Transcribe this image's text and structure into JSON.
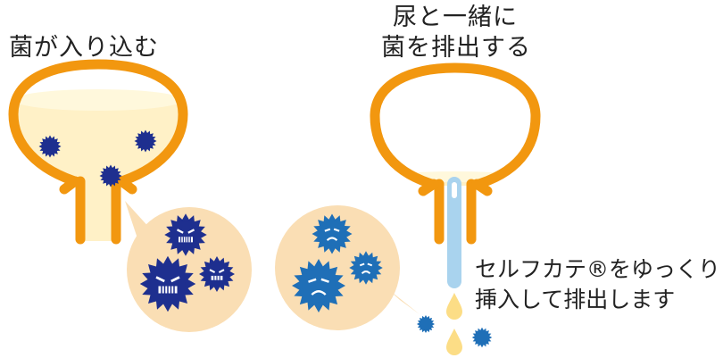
{
  "left_panel": {
    "caption": "菌が入り込む"
  },
  "right_panel": {
    "caption_line1": "尿と一緒に",
    "caption_line2": "菌を排出する",
    "note_line1": "セルフカテ®をゆっくり",
    "note_line2": "挿入して排出します"
  },
  "colors": {
    "bladder_outline": "#F2970F",
    "urine_fill": "#FFF1C7",
    "urine_surface": "#FFF8DC",
    "zoom_bubble": "#FADEB4",
    "bacteria_dark": "#1E2F8F",
    "bacteria_blue": "#1F6FB7",
    "catheter": "#A9D3EE",
    "droplet": "#FCDD86"
  },
  "icons": [
    "bacteria-angry-icon",
    "bacteria-sad-icon",
    "droplet-icon",
    "catheter-tube"
  ]
}
